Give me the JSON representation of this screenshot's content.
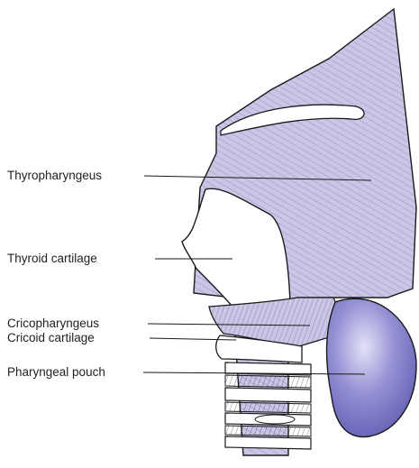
{
  "labels": {
    "thyropharyngeus": "Thyropharyngeus",
    "thyroid_cartilage": "Thyroid cartilage",
    "cricopharyngeus": "Cricopharyngeus",
    "cricoid_cartilage": "Cricoid cartilage",
    "pharyngeal_pouch": "Pharyngeal pouch"
  },
  "colors": {
    "muscle": "#c9c6e8",
    "pouch": "#7b76c6",
    "pouch_highlight": "#d9d7f5",
    "outline": "#1a1a1a",
    "cartilage": "#ffffff"
  }
}
